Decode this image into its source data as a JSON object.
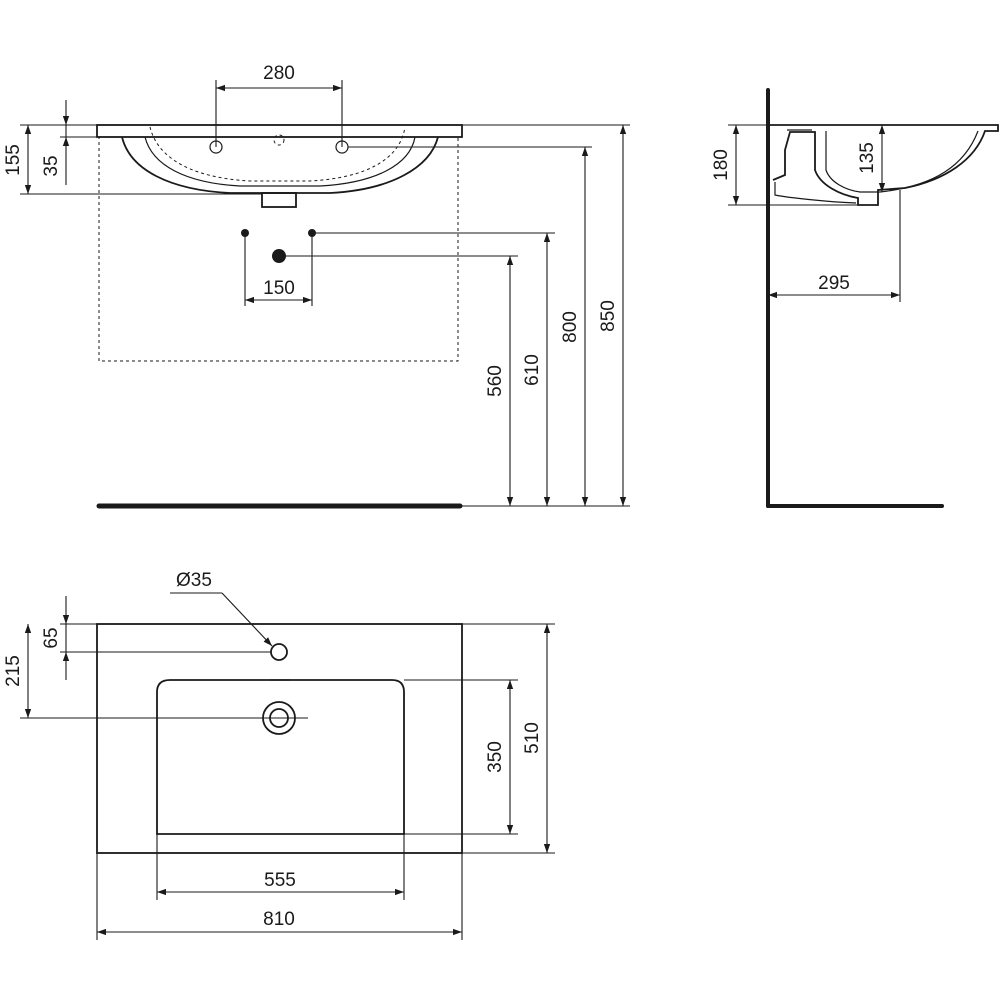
{
  "front_view": {
    "tap_hole_spacing": "280",
    "overall_height_top": "155",
    "slab_thickness": "35",
    "waste_spacing": "150",
    "height_560": "560",
    "height_610": "610",
    "height_800": "800",
    "height_850": "850"
  },
  "side_view": {
    "depth_180": "180",
    "bowl_depth": "135",
    "projection": "295"
  },
  "plan_view": {
    "tap_hole_diameter": "Ø35",
    "tap_hole_offset": "65",
    "waste_offset": "215",
    "bowl_depth": "350",
    "overall_depth": "510",
    "bowl_width": "555",
    "overall_width": "810"
  }
}
